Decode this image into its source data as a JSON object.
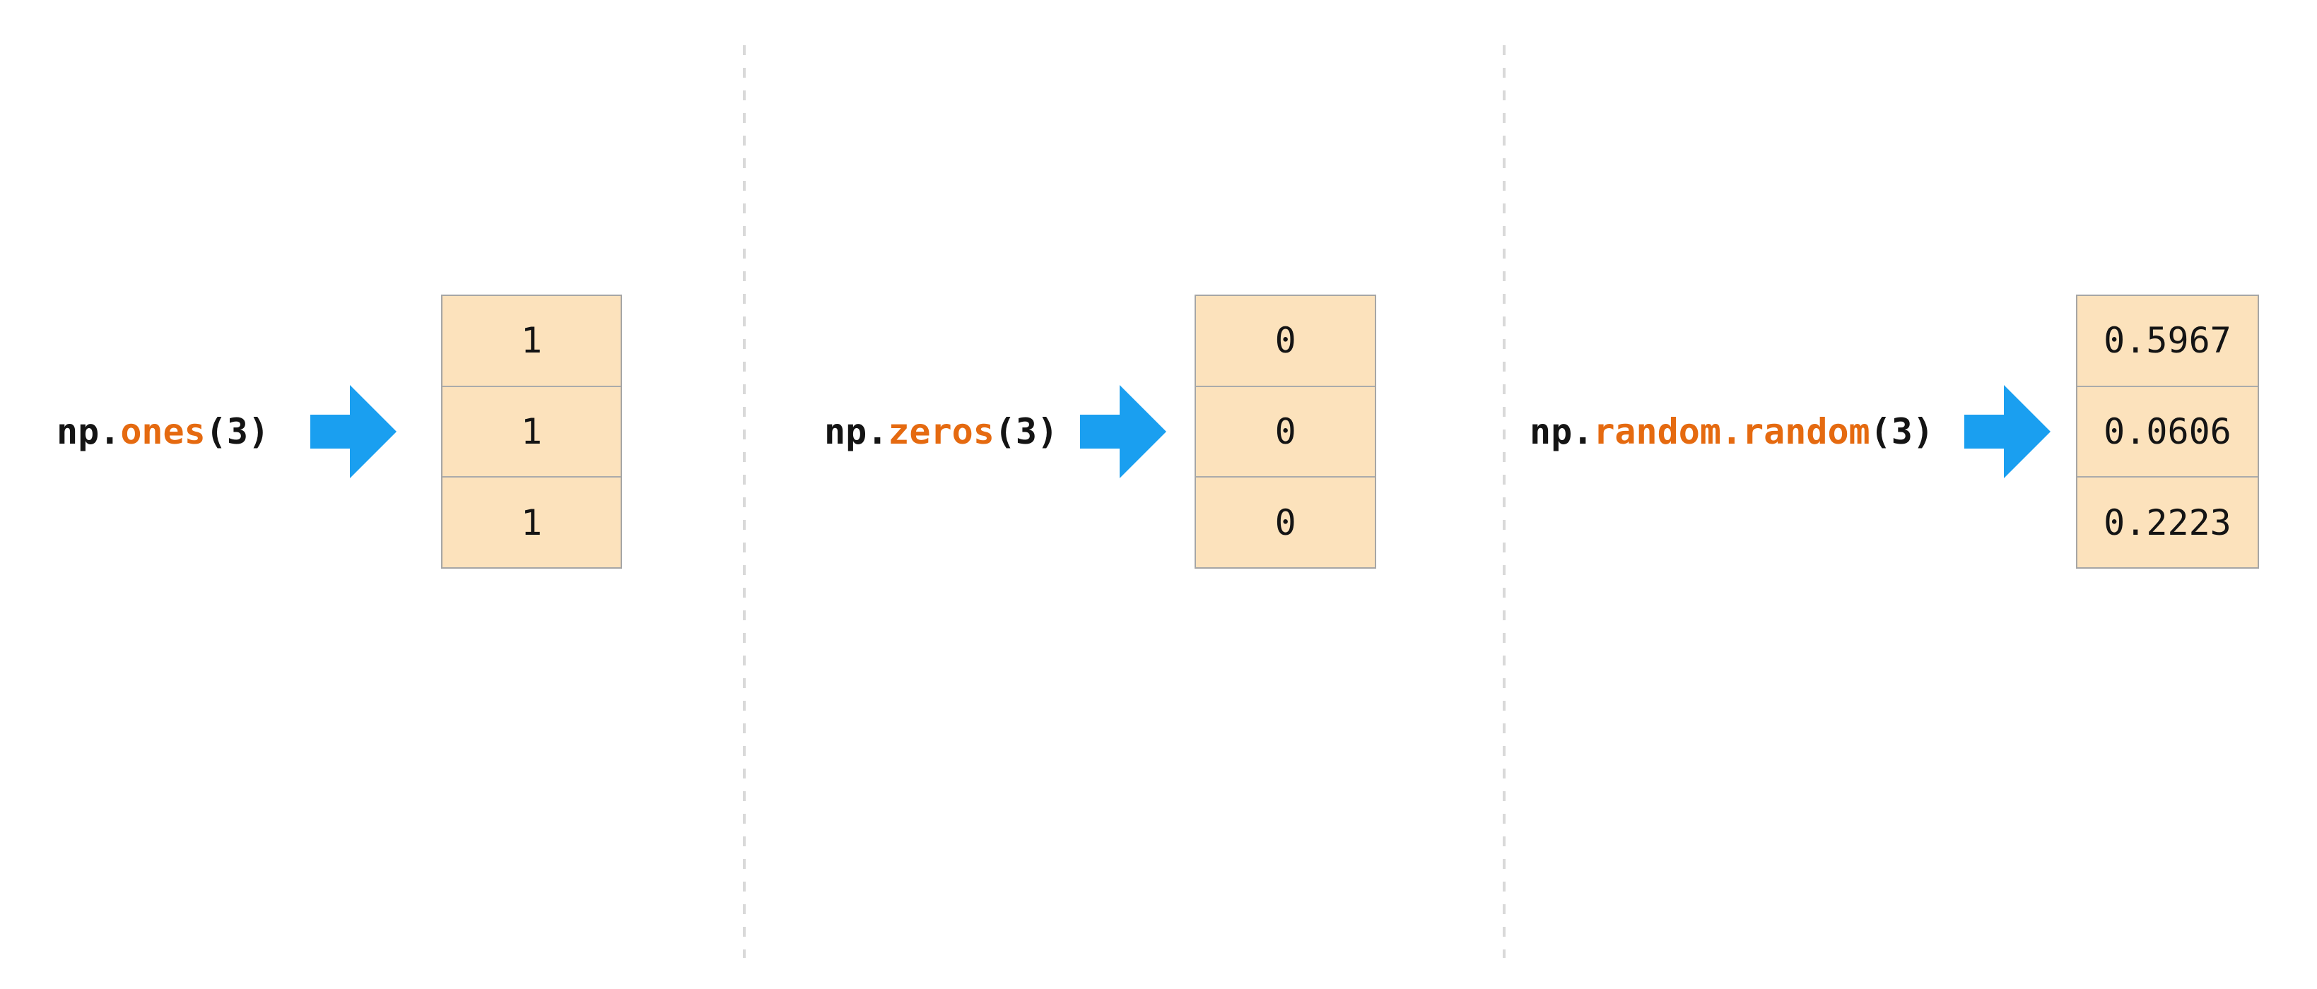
{
  "figure": {
    "description": "NumPy array creation functions producing 3-element arrays"
  },
  "colors": {
    "function_orange": "#e56a10",
    "arrow_blue": "#1a9ff0",
    "cell_fill": "#fce2bc",
    "cell_border": "#a6a6a6",
    "divider_gray": "#d9d9d9",
    "text_black": "#141414"
  },
  "icons": {
    "arrow": "right-arrow-icon"
  },
  "panels": [
    {
      "code": {
        "prefix": "np.",
        "func": "ones",
        "args": "(3)"
      },
      "values": [
        "1",
        "1",
        "1"
      ]
    },
    {
      "code": {
        "prefix": "np.",
        "func": "zeros",
        "args": "(3)"
      },
      "values": [
        "0",
        "0",
        "0"
      ]
    },
    {
      "code": {
        "prefix": "np.",
        "func": "random.random",
        "args": "(3)"
      },
      "values": [
        "0.5967",
        "0.0606",
        "0.2223"
      ]
    }
  ]
}
